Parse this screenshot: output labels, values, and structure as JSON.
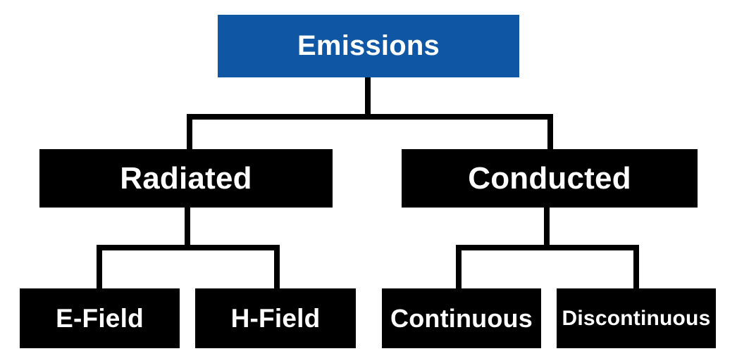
{
  "diagram": {
    "type": "tree",
    "colors": {
      "background": "#ffffff",
      "root_fill": "#0F57A5",
      "node_fill": "#000000",
      "label_color": "#ffffff",
      "connector_color": "#000000"
    },
    "nodes": {
      "emissions": {
        "label": "Emissions",
        "children": [
          "radiated",
          "conducted"
        ]
      },
      "radiated": {
        "label": "Radiated",
        "children": [
          "e_field",
          "h_field"
        ]
      },
      "conducted": {
        "label": "Conducted",
        "children": [
          "continuous",
          "discontinuous"
        ]
      },
      "e_field": {
        "label": "E-Field",
        "children": []
      },
      "h_field": {
        "label": "H-Field",
        "children": []
      },
      "continuous": {
        "label": "Continuous",
        "children": []
      },
      "discontinuous": {
        "label": "Discontinuous",
        "children": []
      }
    }
  }
}
